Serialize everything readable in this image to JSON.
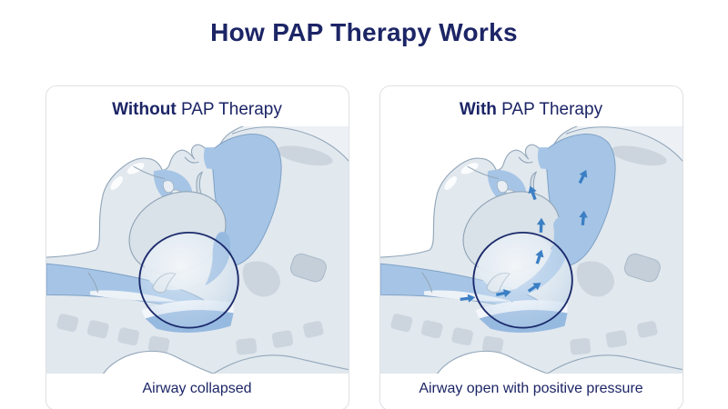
{
  "page": {
    "title": "How PAP Therapy Works"
  },
  "colors": {
    "heading": "#1c2566",
    "panel_border": "#dfe2e6",
    "tissue_light": "#e1e8ee",
    "tissue_mid": "#ccd5de",
    "airway_blue": "#a6c5e6",
    "airway_blue_deep": "#96b9e0",
    "outline": "#93a7ba",
    "arrow_blue": "#3b7fc4",
    "lens_border": "#1b2a6b"
  },
  "panels": [
    {
      "title_bold": "Without",
      "title_rest": " PAP Therapy",
      "caption": "Airway collapsed",
      "description": "Head cross-section with tongue fallen back, airway collapsed at the throat, magnifier circle over the blocked area"
    },
    {
      "title_bold": "With",
      "title_rest": " PAP Therapy",
      "caption": "Airway open with positive pressure",
      "description": "Head cross-section with open airway, blue arrows showing pressurized airflow through nose and throat, magnifier circle over the open area"
    }
  ]
}
